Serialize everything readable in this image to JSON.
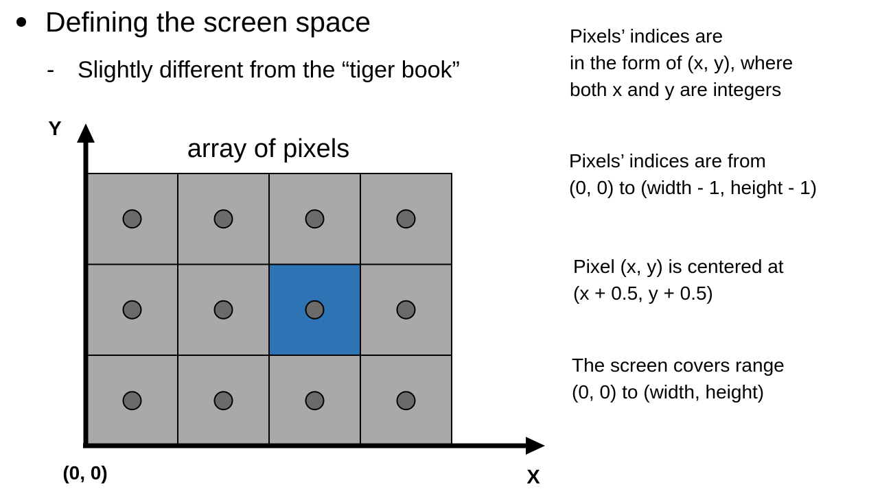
{
  "slide": {
    "bullet": "Defining the screen space",
    "sub_dash": "-",
    "sub_bullet": "Slightly different from the “tiger book”"
  },
  "diagram": {
    "title": "array of pixels",
    "y_axis_label": "Y",
    "x_axis_label": "X",
    "origin_label": "(0, 0)",
    "columns": 4,
    "rows": 3,
    "highlighted_pixel": {
      "col": 2,
      "row": 1
    },
    "colors": {
      "pixel_fill": "#a9a9a9",
      "highlight_fill": "#2e74b5",
      "center_dot": "#6b6b6b",
      "grid_line": "#000000"
    }
  },
  "notes": [
    {
      "lines": [
        "Pixels’ indices are",
        "in the form of (x, y), where",
        "both x and y are integers"
      ]
    },
    {
      "lines": [
        "Pixels’ indices are from",
        "(0, 0) to (width - 1, height - 1)"
      ]
    },
    {
      "lines": [
        "Pixel (x, y) is centered at",
        "(x + 0.5, y + 0.5)"
      ]
    },
    {
      "lines": [
        "The screen covers range",
        "(0, 0) to (width, height)"
      ]
    }
  ]
}
